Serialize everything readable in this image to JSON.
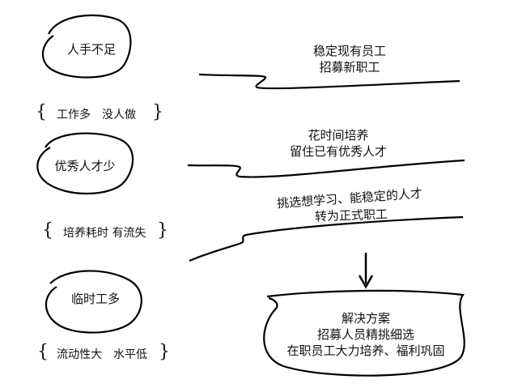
{
  "problems": [
    {
      "label": "人手不足",
      "reason": "工作多　没人做"
    },
    {
      "label": "优秀人才少",
      "reason": "培养耗时 有流失"
    },
    {
      "label": "临时工多",
      "reason": "流动性大　水平低"
    }
  ],
  "actions": [
    {
      "line1": "稳定现有员工",
      "line2": "招募新职工"
    },
    {
      "line1": "花时间培养",
      "line2": "留住已有优秀人才"
    },
    {
      "line1": "挑选想学习、能稳定的人才",
      "line2": "转为正式职工"
    }
  ],
  "solution": {
    "line1": "解决方案",
    "line2": "招募人员精挑细选",
    "line3": "在职员工大力培养、福利巩固"
  },
  "brace_open": "{",
  "brace_close": "}"
}
